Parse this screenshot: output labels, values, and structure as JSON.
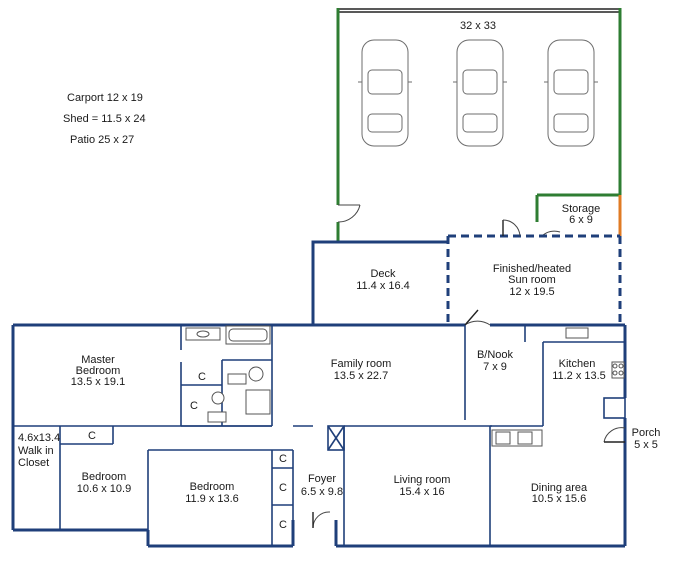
{
  "notes": {
    "carport": "Carport 12 x 19",
    "shed": "Shed = 11.5 x 24",
    "patio": "Patio 25 x 27"
  },
  "garage": {
    "dims": "32 x 33"
  },
  "rooms": {
    "storage": {
      "name": "Storage",
      "dims": "6 x 9"
    },
    "deck": {
      "name": "Deck",
      "dims": "11.4 x 16.4"
    },
    "sunroom": {
      "name_line1": "Finished/heated",
      "name_line2": "Sun room",
      "dims": "12 x 19.5"
    },
    "master_bedroom": {
      "name_line1": "Master",
      "name_line2": "Bedroom",
      "dims": "13.5 x 19.1"
    },
    "family_room": {
      "name": "Family room",
      "dims": "13.5 x 22.7"
    },
    "bnook": {
      "name": "B/Nook",
      "dims": "7 x 9"
    },
    "kitchen": {
      "name": "Kitchen",
      "dims": "11.2 x 13.5"
    },
    "porch": {
      "name": "Porch",
      "dims": "5 x 5"
    },
    "walkin_closet": {
      "dims": "4.6x13.4",
      "name_line1": "Walk in",
      "name_line2": "Closet"
    },
    "bedroom_left": {
      "name": "Bedroom",
      "dims": "10.6 x 10.9"
    },
    "bedroom_mid": {
      "name": "Bedroom",
      "dims": "11.9 x 13.6"
    },
    "foyer": {
      "name": "Foyer",
      "dims": "6.5 x 9.8"
    },
    "living_room": {
      "name": "Living room",
      "dims": "15.4 x 16"
    },
    "dining_area": {
      "name": "Dining area",
      "dims": "10.5 x 15.6"
    }
  },
  "closet_label": "C",
  "colors": {
    "house_walls": "#1f3f7a",
    "garage_walls": "#2e7d32",
    "storage_wall": "#e07b24"
  }
}
